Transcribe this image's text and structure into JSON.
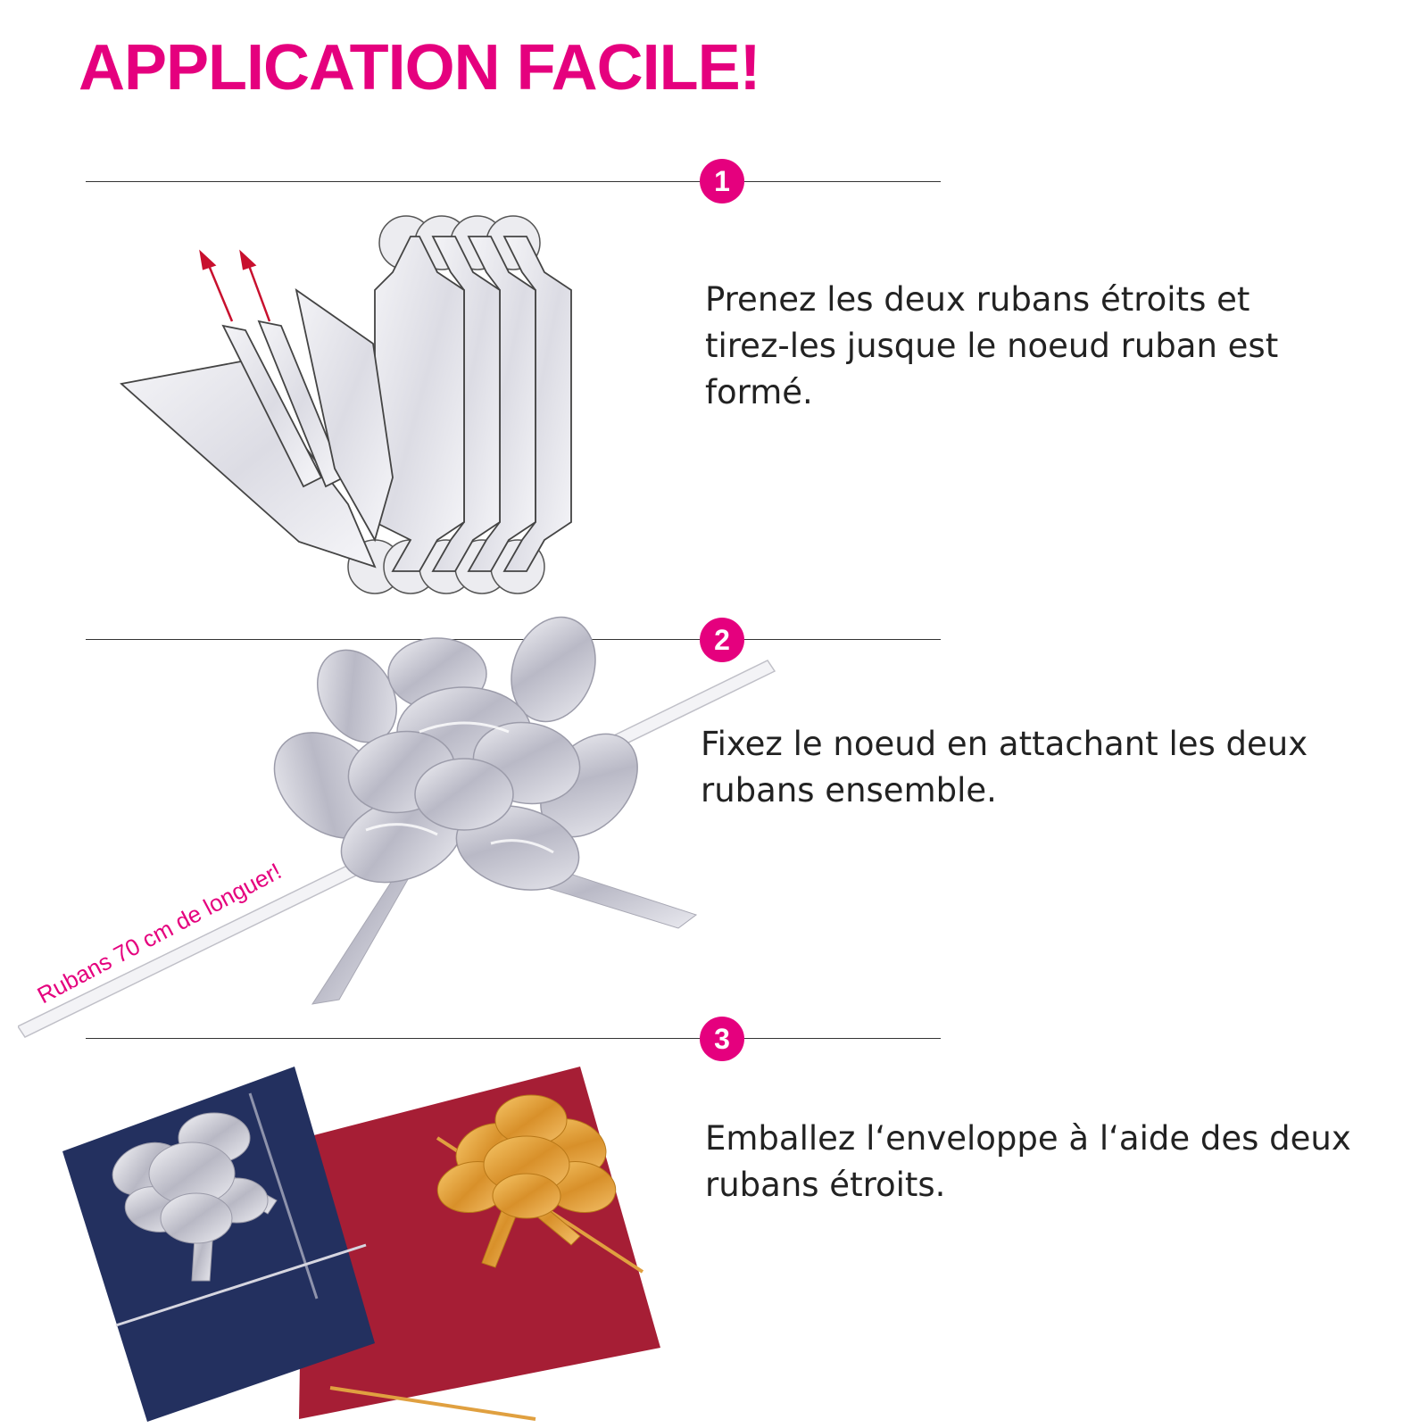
{
  "header": {
    "title": "APPLICATION FACILE!"
  },
  "steps": [
    {
      "number": "1",
      "text": "Prenez les deux rubans étroits et\ntirez-les jusque le noeud ruban est\nformé."
    },
    {
      "number": "2",
      "text": "Fixez le noeud en attachant les deux\nrubans ensemble."
    },
    {
      "number": "3",
      "text": "Emballez l‘enveloppe à l‘aide des deux\nrubans étroits."
    }
  ],
  "ribbon_label": "Rubans 70 cm de longuer!",
  "colors": {
    "accent": "#e5007e",
    "ribbon_silver": "#c9c9d4",
    "arrow": "#c8102e",
    "envelope_blue": "#23305f",
    "envelope_red": "#a61e35",
    "bow_gold": "#e3a230"
  }
}
